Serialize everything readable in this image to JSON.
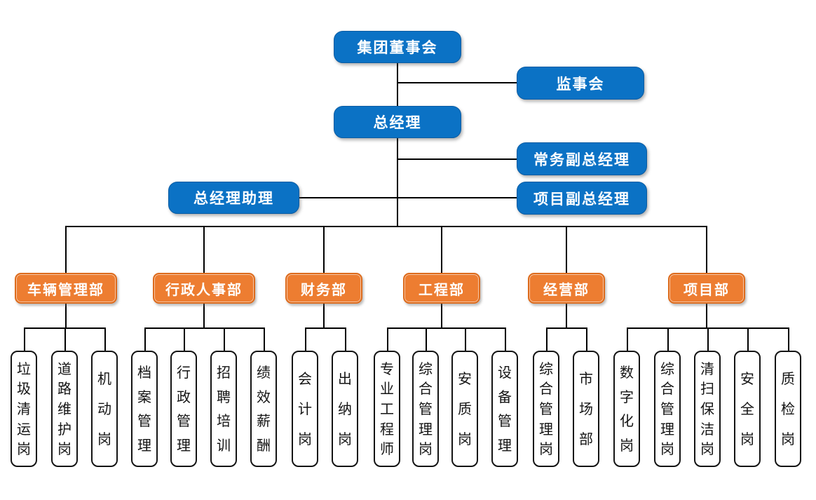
{
  "diagram": {
    "type": "org-chart",
    "background": "#ffffff",
    "colors": {
      "management_blue": "#0b72c5",
      "department_orange": "#ed7d31",
      "position_box_border": "#141414",
      "connector_line": "#000000",
      "text_on_color": "#ffffff",
      "text_on_white": "#141414"
    }
  },
  "org": {
    "board": {
      "label": "集团董事会"
    },
    "supervisory": {
      "label": "监事会"
    },
    "general_manager": {
      "label": "总经理"
    },
    "executive_deputy_gm": {
      "label": "常务副总经理"
    },
    "gm_assistant": {
      "label": "总经理助理"
    },
    "project_deputy_gm": {
      "label": "项目副总经理"
    },
    "departments": [
      {
        "label": "车辆管理部",
        "positions": [
          "垃圾清运岗",
          "道路维护岗",
          "机动岗"
        ]
      },
      {
        "label": "行政人事部",
        "positions": [
          "档案管理",
          "行政管理",
          "招聘培训",
          "绩效薪酬"
        ]
      },
      {
        "label": "财务部",
        "positions": [
          "会计岗",
          "出纳岗"
        ]
      },
      {
        "label": "工程部",
        "positions": [
          "专业工程师",
          "综合管理岗",
          "安质岗",
          "设备管理"
        ]
      },
      {
        "label": "经营部",
        "positions": [
          "综合管理岗",
          "市场部"
        ]
      },
      {
        "label": "项目部",
        "positions": [
          "数字化岗",
          "综合管理岗",
          "清扫保洁岗",
          "安全岗",
          "质检岗"
        ]
      }
    ]
  }
}
